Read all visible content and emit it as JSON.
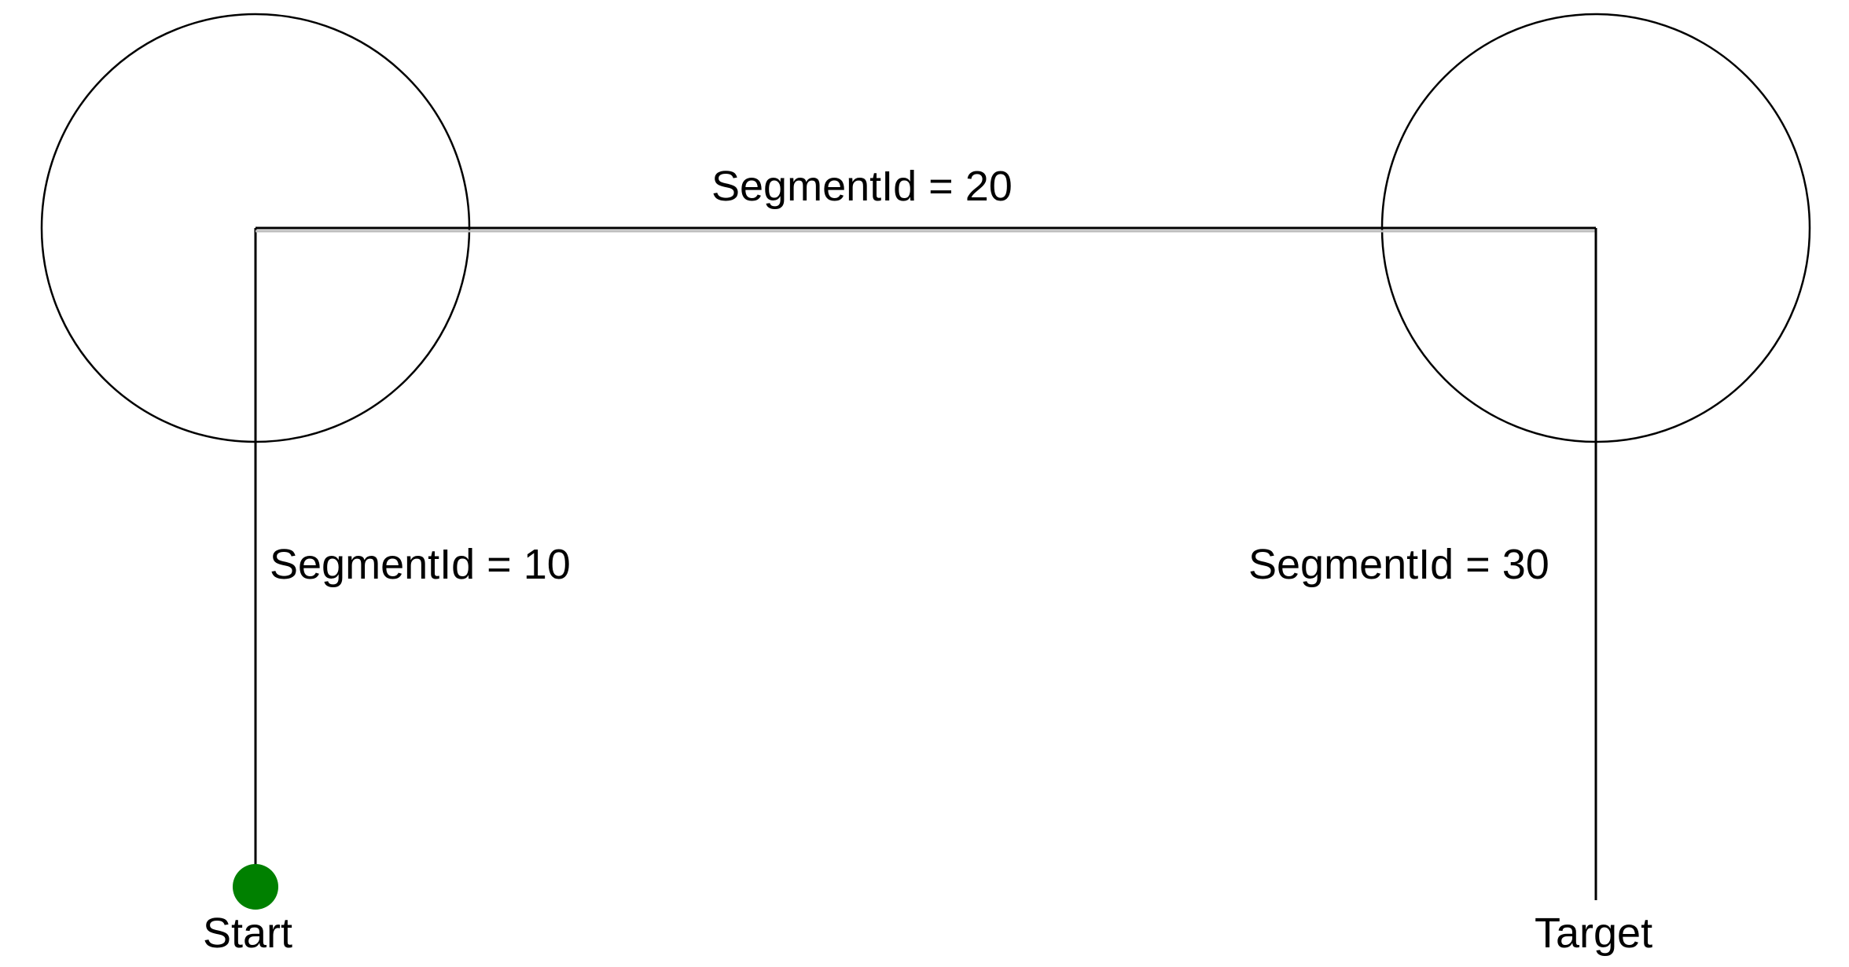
{
  "segments": {
    "segment_10": {
      "label": "SegmentId = 10"
    },
    "segment_20": {
      "label": "SegmentId = 20"
    },
    "segment_30": {
      "label": "SegmentId = 30"
    }
  },
  "endpoints": {
    "start": {
      "label": "Start",
      "color": "#008000"
    },
    "target": {
      "label": "Target"
    }
  },
  "colors": {
    "line": "#000000",
    "background": "#ffffff"
  }
}
